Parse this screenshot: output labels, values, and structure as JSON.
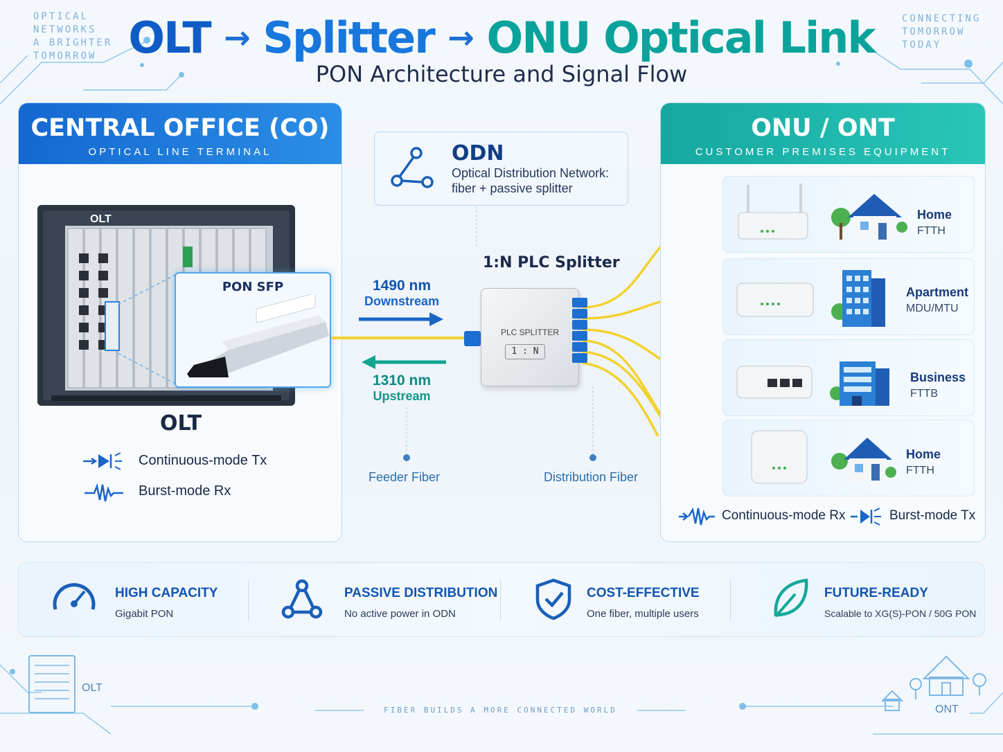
{
  "title": {
    "part1": "OLT",
    "part2": "Splitter",
    "part3": "ONU Optical Link",
    "arrow": "→"
  },
  "subtitle": "PON Architecture and Signal Flow",
  "corner_left": [
    "OPTICAL",
    "NETWORKS",
    "A BRIGHTER",
    "TOMORROW"
  ],
  "corner_right": [
    "CONNECTING",
    "TOMORROW",
    "TODAY"
  ],
  "co_panel": {
    "title": "CENTRAL OFFICE (CO)",
    "subtitle": "OPTICAL LINE TERMINAL",
    "chassis_label": "OLT",
    "sfp_label": "PON SFP",
    "device_label": "OLT",
    "features": [
      "Continuous-mode Tx",
      "Burst-mode Rx"
    ]
  },
  "odn": {
    "title": "ODN",
    "desc_line1": "Optical Distribution Network:",
    "desc_line2": "fiber + passive splitter"
  },
  "splitter": {
    "title": "1:N PLC Splitter",
    "body_label": "PLC SPLITTER",
    "ratio": "1 : N"
  },
  "downstream": {
    "wavelength": "1490 nm",
    "label": "Downstream"
  },
  "upstream": {
    "wavelength": "1310 nm",
    "label": "Upstream"
  },
  "fiber_labels": {
    "feeder": "Feeder Fiber",
    "distribution": "Distribution Fiber"
  },
  "onu_panel": {
    "title": "ONU / ONT",
    "subtitle": "CUSTOMER PREMISES EQUIPMENT",
    "locations": [
      {
        "name": "Home",
        "sub": "FTTH"
      },
      {
        "name": "Apartment",
        "sub": "MDU/MTU"
      },
      {
        "name": "Business",
        "sub": "FTTB"
      },
      {
        "name": "Home",
        "sub": "FTTH"
      }
    ],
    "features": [
      "Continuous-mode Rx",
      "Burst-mode Tx"
    ]
  },
  "features": [
    {
      "title": "HIGH CAPACITY",
      "sub": "Gigabit PON",
      "icon": "gauge-icon"
    },
    {
      "title": "PASSIVE DISTRIBUTION",
      "sub": "No active power in ODN",
      "icon": "network-nodes-icon"
    },
    {
      "title": "COST-EFFECTIVE",
      "sub": "One fiber, multiple users",
      "icon": "shield-check-icon"
    },
    {
      "title": "FUTURE-READY",
      "sub": "Scalable to XG(S)-PON / 50G PON",
      "icon": "leaf-icon"
    }
  ],
  "footer": {
    "tagline": "FIBER BUILDS A MORE CONNECTED WORLD",
    "left_label": "OLT",
    "right_label": "ONT"
  },
  "colors": {
    "brand_blue": "#0f5cc6",
    "teal": "#0aa39c",
    "fiber_yellow": "#f2d22e",
    "connector_blue": "#1c6fd1"
  }
}
